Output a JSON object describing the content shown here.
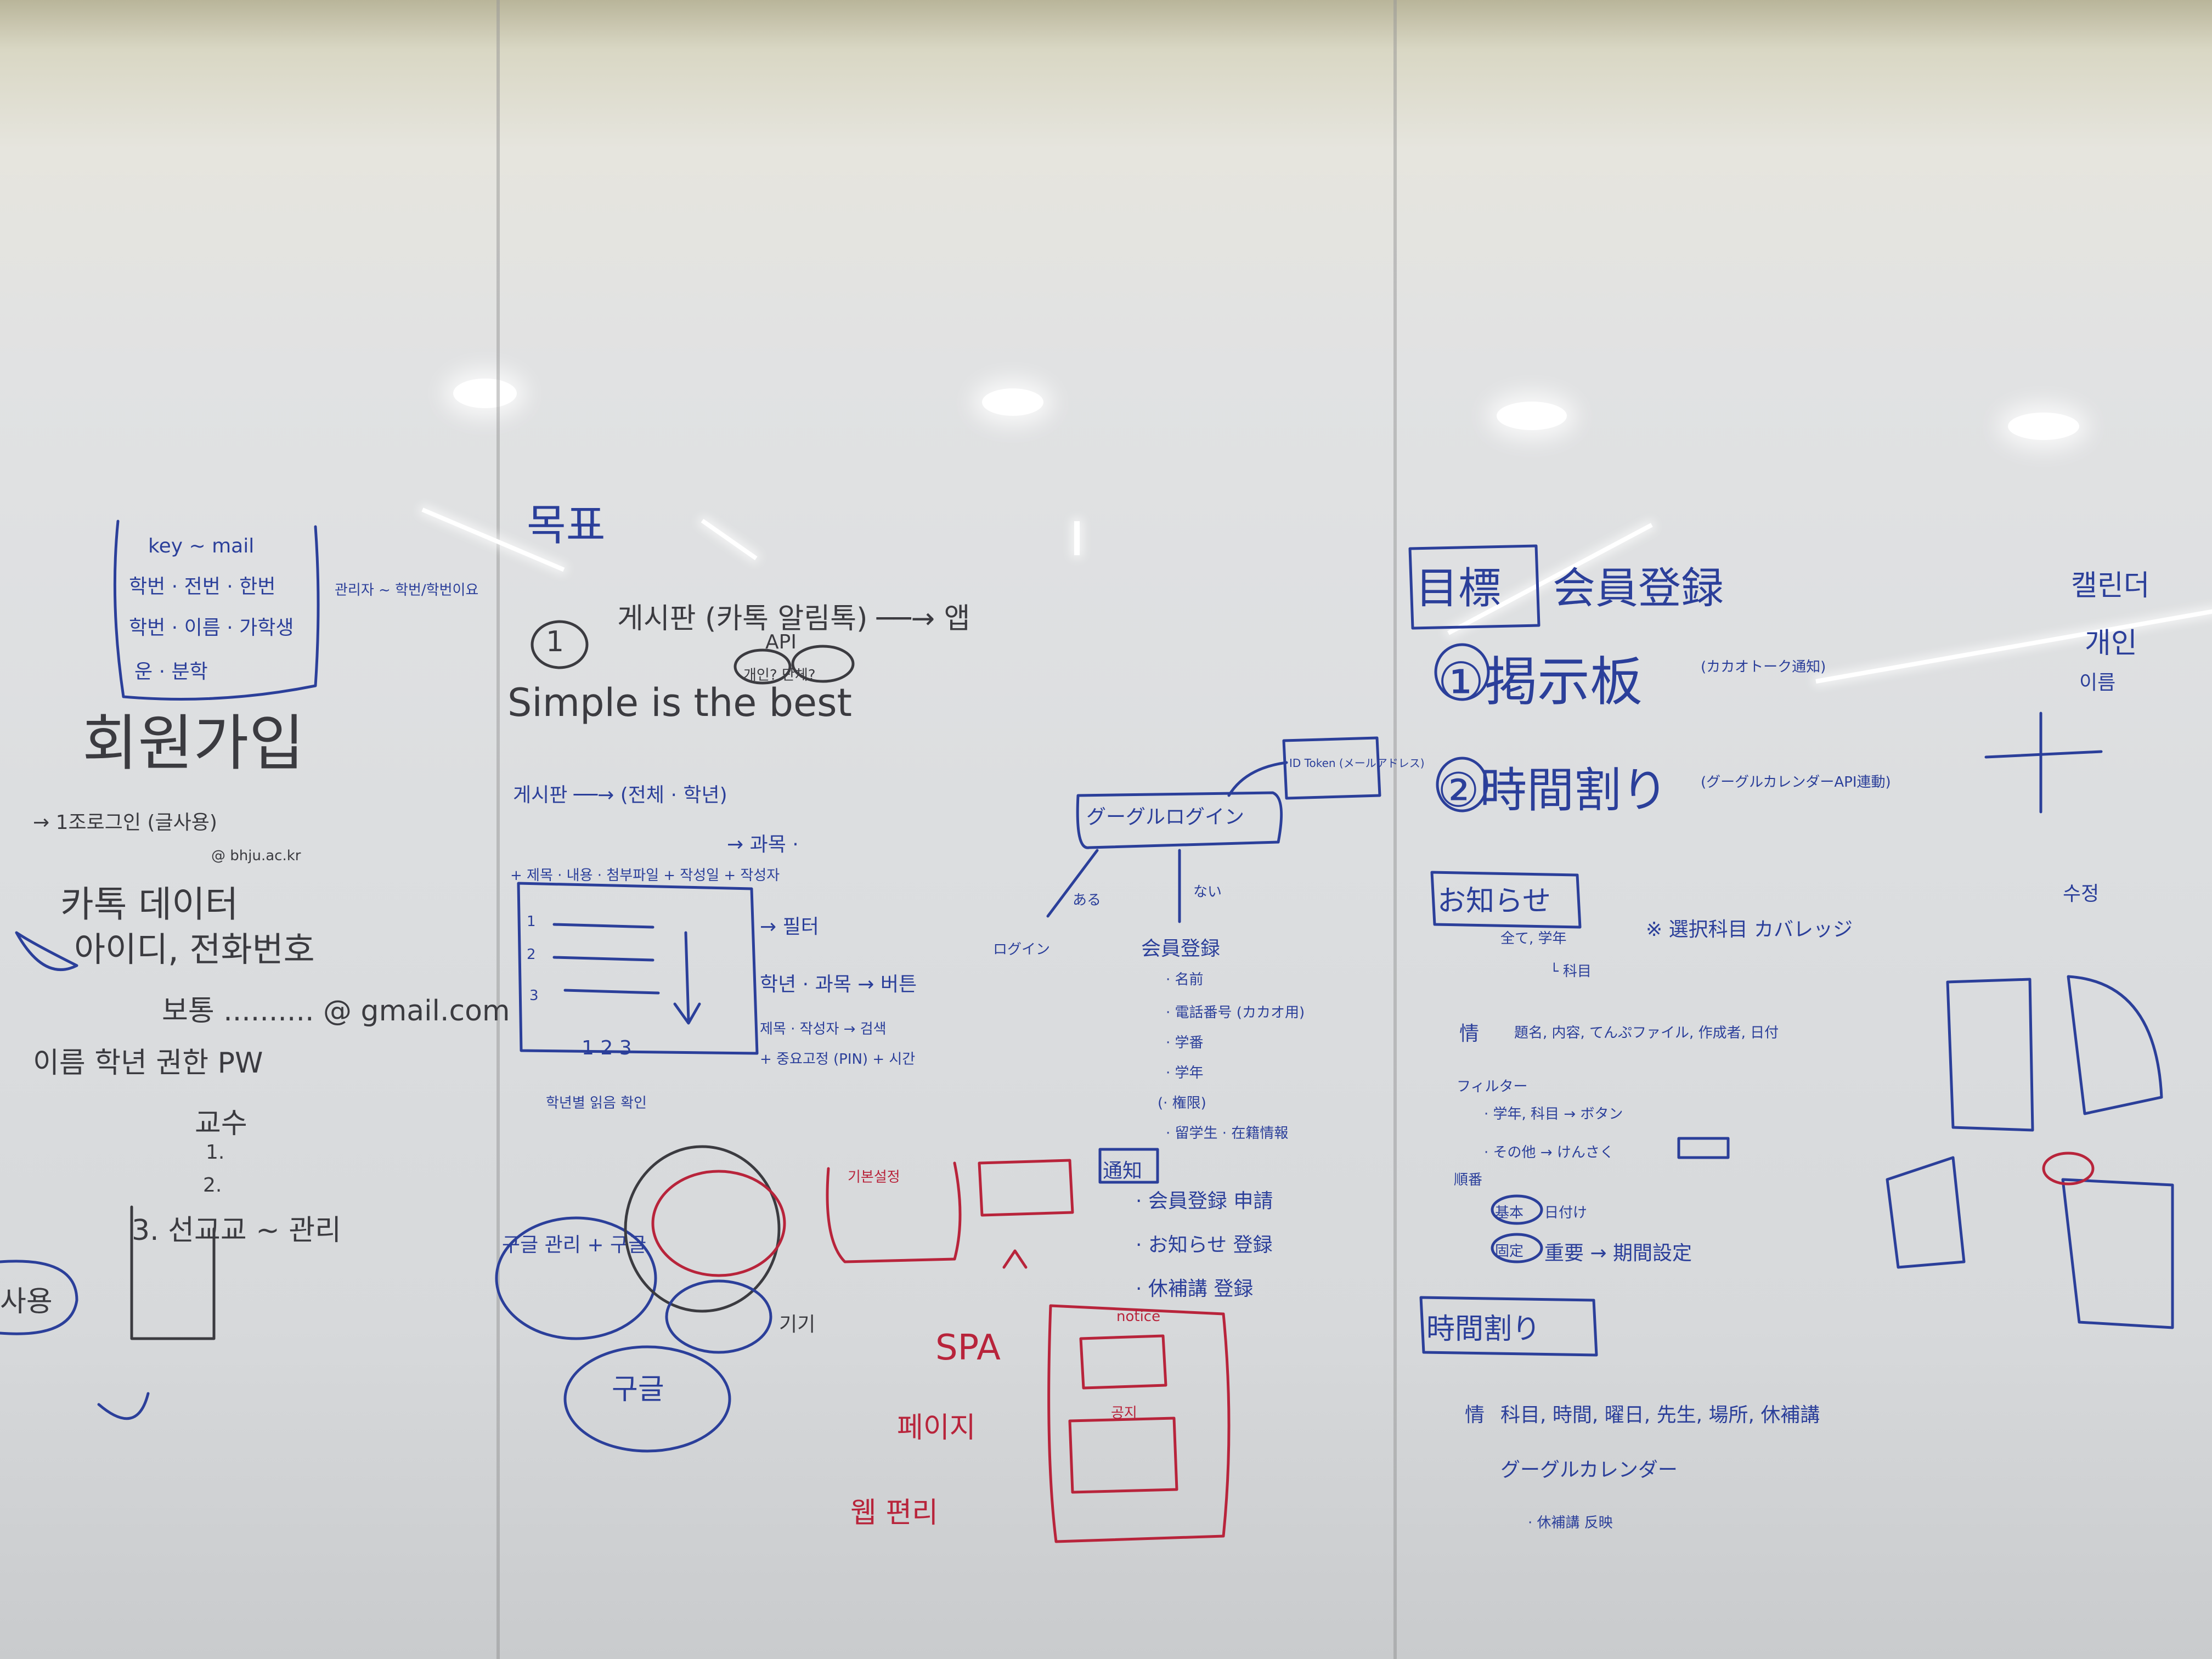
{
  "left_panel": {
    "title": "회원가입",
    "lines": {
      "email": "key ~ mail",
      "l1": "학번 · 전번 · 한번",
      "l2": "학번 · 이름 · 가학생",
      "l3": "운 · 분학",
      "side_note": "관리자 ~ 학번/학번이요",
      "kakao_data": "카톡 데이터",
      "id_phone": "아이디, 전화번호",
      "arrow_note": "→ 1조로그인 (글사용)",
      "domain": "@ bhju.ac.kr",
      "common": "보통 .......... @ gmail.com",
      "fields": "이름 학년 권한 PW",
      "professor": "교수",
      "n1": "1.",
      "n2": "2.",
      "s3": "3. 선교교 ~ 관리",
      "usage": "사용"
    }
  },
  "middle_panel": {
    "heading": "목표",
    "item1_num": "1",
    "item1_text": "게시판 (카톡 알림톡) ──→ 앱",
    "api": "API",
    "question": "개인? 단체?",
    "motto": "Simple is the best",
    "board": "게시판 ──→ (전체 · 학년)",
    "board2": "→ 과목 ·",
    "board3": "+ 제목 · 내용 · 첨부파일 + 작성일 + 작성자",
    "list1": "1",
    "list2": "2",
    "list3": "3",
    "paging": "1 2 3",
    "filter": "→ 필터",
    "filter2": "학년 · 과목 → 버튼",
    "filter3": "제목 · 작성자 → 검색",
    "filter4": "+ 중요고정 (PIN) + 시간",
    "read": "학년별 읽음 확인",
    "google_login": "グーグルログイン",
    "id_token": "ID Token (メールアドレス)",
    "aru": "ある",
    "nai": "ない",
    "login": "ログイン",
    "reg": "会員登録",
    "reg1": "· 名前",
    "reg2": "· 電話番号 (カカオ用)",
    "reg3": "· 学番",
    "reg4": "· 学年",
    "reg5": "(· 権限)",
    "reg6": "· 留学生 · 在籍情報",
    "notify": "通知",
    "notify1": "· 会員登録 申請",
    "notify2": "· お知らせ 登録",
    "notify3": "· 休補講 登録",
    "google_kr": "구글 관리 + 구글",
    "google2": "구글",
    "giga": "기기",
    "red_spa": "SPA",
    "red_page": "페이지",
    "red_web": "웹 편리",
    "red_notice": "notice",
    "red_box1": "기본설정",
    "red_box2": "공지"
  },
  "right_panel": {
    "goal_box": "目標",
    "goal_text": "会員登録",
    "item1": "①掲示板",
    "item1_note": "(カカオトーク通知)",
    "item2": "②時間割り",
    "item2_note": "(グーグルカレンダーAPI連動)",
    "notice_box": "お知らせ",
    "notice_all": "全て, 学年",
    "notice_subject": "└ 科目",
    "select_note": "※ 選択科目 カバレッジ",
    "info": "情",
    "info_text": "題名, 内容, てんぷファイル, 作成者, 日付",
    "filter_label": "フィルター",
    "filter1": "· 学年, 科目 → ボタン",
    "filter2": "· その他 → けんさく",
    "order_label": "順番",
    "order1_box": "基本",
    "order1": "日付け",
    "order2_box": "固定",
    "order2": "重要 → 期間設定",
    "timetable_box": "時間割り",
    "tt_info": "情",
    "tt_text": "科目, 時間, 曜日, 先生, 場所, 休補講",
    "tt_cal": "グーグルカレンダー",
    "tt_cal2": "· 休補講 反映"
  },
  "far_right": {
    "t1": "캘린더",
    "t2": "개인",
    "t3": "이름",
    "t4": "수정"
  }
}
